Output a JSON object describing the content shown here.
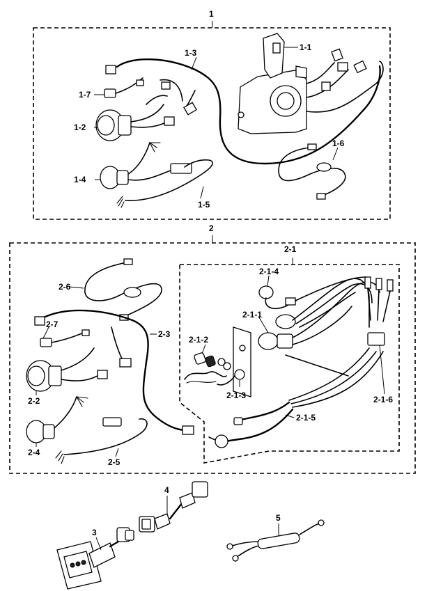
{
  "labels": {
    "l1": "1",
    "l1_1": "1-1",
    "l1_2": "1-2",
    "l1_3": "1-3",
    "l1_4": "1-4",
    "l1_5": "1-5",
    "l1_6": "1-6",
    "l1_7": "1-7",
    "l2": "2",
    "l2_1": "2-1",
    "l2_1_1": "2-1-1",
    "l2_1_2": "2-1-2",
    "l2_1_3": "2-1-3",
    "l2_1_4": "2-1-4",
    "l2_1_5": "2-1-5",
    "l2_1_6": "2-1-6",
    "l2_2": "2-2",
    "l2_3": "2-3",
    "l2_4": "2-4",
    "l2_5": "2-5",
    "l2_6": "2-6",
    "l2_7": "2-7",
    "l3": "3",
    "l4": "4",
    "l5": "5"
  }
}
